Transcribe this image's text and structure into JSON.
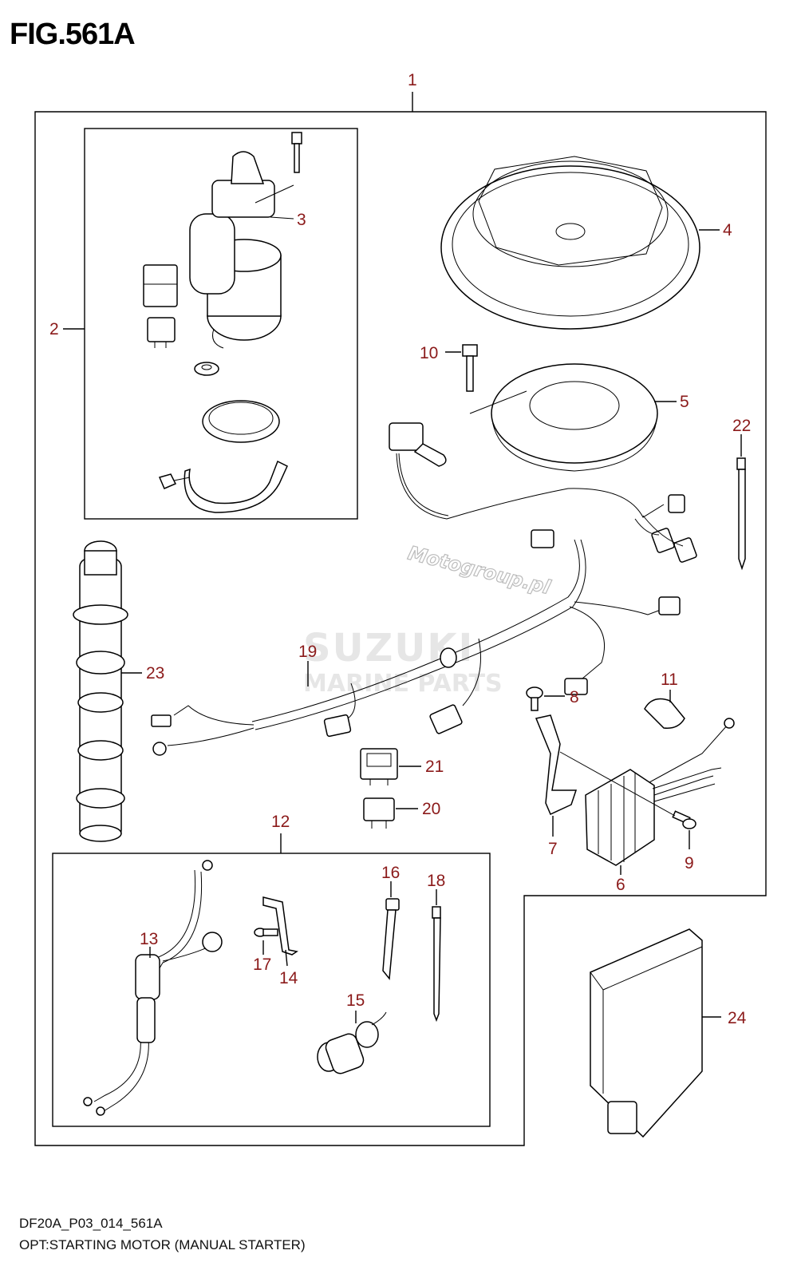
{
  "figure": {
    "title": "FIG.561A",
    "model_code": "DF20A_P03_014_561A",
    "caption": "OPT:STARTING MOTOR (MANUAL STARTER)"
  },
  "watermarks": {
    "brand": "SUZUKI",
    "brand_sub": "MARINE PARTS",
    "site": "Motogroup.pl"
  },
  "callouts": [
    {
      "id": "1",
      "part": "assembly-outline"
    },
    {
      "id": "2",
      "part": "starting-motor-kit"
    },
    {
      "id": "3",
      "part": "starting-motor"
    },
    {
      "id": "4",
      "part": "flywheel"
    },
    {
      "id": "5",
      "part": "stator"
    },
    {
      "id": "6",
      "part": "rectifier-regulator"
    },
    {
      "id": "7",
      "part": "bracket"
    },
    {
      "id": "8",
      "part": "bolt"
    },
    {
      "id": "9",
      "part": "bolt"
    },
    {
      "id": "10",
      "part": "bolt"
    },
    {
      "id": "11",
      "part": "clamp"
    },
    {
      "id": "12",
      "part": "wiring-kit"
    },
    {
      "id": "13",
      "part": "battery-cable"
    },
    {
      "id": "14",
      "part": "bracket"
    },
    {
      "id": "15",
      "part": "grommet"
    },
    {
      "id": "16",
      "part": "cable-tie"
    },
    {
      "id": "17",
      "part": "bolt"
    },
    {
      "id": "18",
      "part": "cable-tie"
    },
    {
      "id": "19",
      "part": "wire-harness"
    },
    {
      "id": "20",
      "part": "relay"
    },
    {
      "id": "21",
      "part": "relay"
    },
    {
      "id": "22",
      "part": "cable-tie"
    },
    {
      "id": "23",
      "part": "camshaft"
    },
    {
      "id": "24",
      "part": "ecm"
    }
  ],
  "colors": {
    "callout": "#8b1a1a",
    "line": "#000000",
    "watermark": "#e6e6e6"
  }
}
